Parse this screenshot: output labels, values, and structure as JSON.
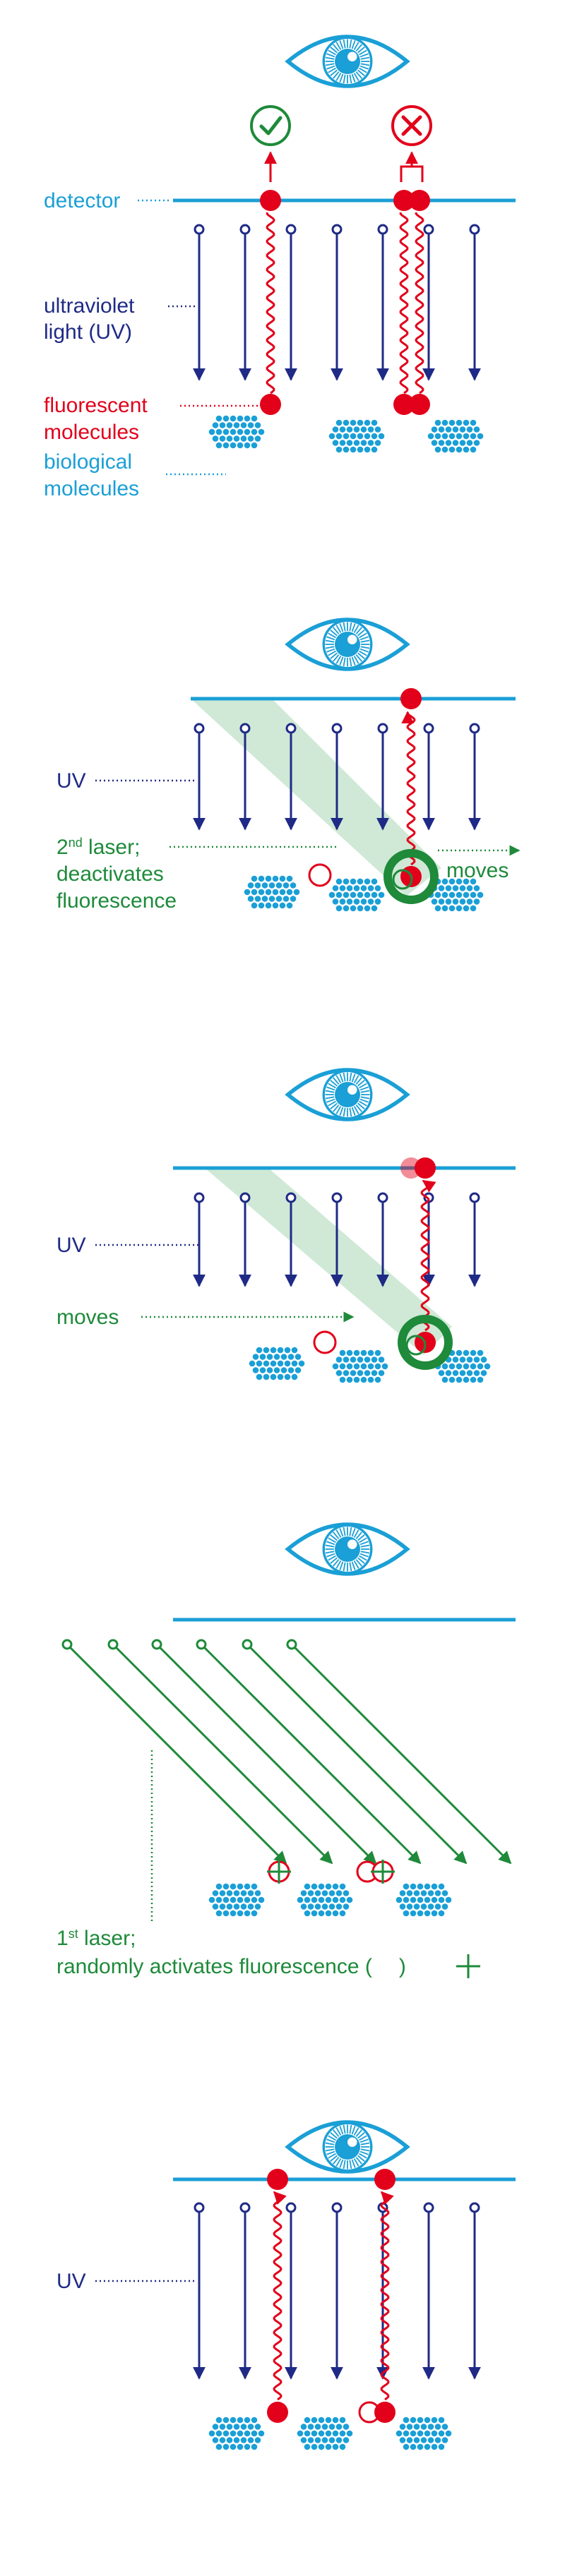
{
  "colors": {
    "detector": "#1a9fd6",
    "uv": "#1f2a86",
    "fluorescent": "#e2001a",
    "biological": "#1a9fd6",
    "laser_green": "#1e8a3a",
    "beam_fill": "#cfe9d6"
  },
  "icons": {
    "eye": "eye-icon",
    "accepted": "check-circle-icon",
    "rejected": "cross-circle-icon",
    "activation_marker": "crosshair-icon"
  },
  "panel1": {
    "detector": "detector",
    "uv_line1": "ultraviolet",
    "uv_line2": "light (UV)",
    "fluor_line1": "fluorescent",
    "fluor_line2": "molecules",
    "bio_line1": "biological",
    "bio_line2": "molecules"
  },
  "panel2": {
    "uv": "UV",
    "laser2_line1_base": "2",
    "laser2_line1_sup": "nd",
    "laser2_line1_rest": " laser;",
    "laser2_line2": "deactivates",
    "laser2_line3": "fluorescence",
    "moves": "moves"
  },
  "panel3": {
    "uv": "UV",
    "moves": "moves"
  },
  "panel4": {
    "laser1_base": "1",
    "laser1_sup": "st",
    "laser1_rest": " laser;",
    "laser1_line2": "randomly activates fluorescence (",
    "laser1_close": ")"
  },
  "panel5": {
    "uv": "UV"
  }
}
